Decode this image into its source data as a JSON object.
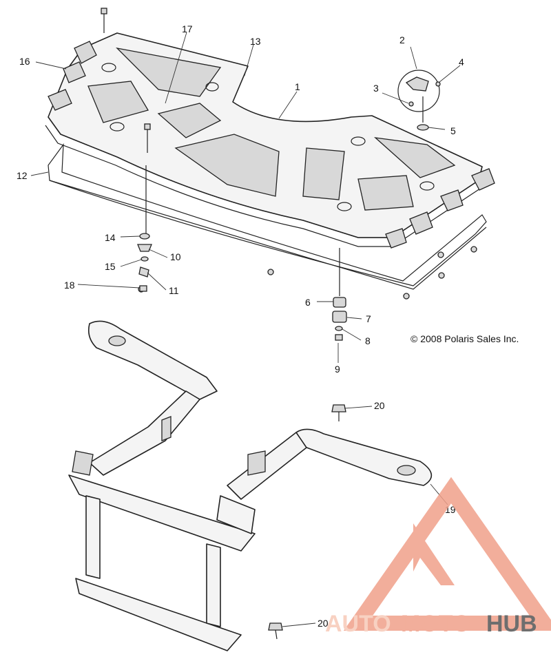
{
  "diagram": {
    "callouts": [
      {
        "id": "c1",
        "label": "1"
      },
      {
        "id": "c2",
        "label": "2"
      },
      {
        "id": "c3",
        "label": "3"
      },
      {
        "id": "c4",
        "label": "4"
      },
      {
        "id": "c5",
        "label": "5"
      },
      {
        "id": "c6",
        "label": "6"
      },
      {
        "id": "c7",
        "label": "7"
      },
      {
        "id": "c8",
        "label": "8"
      },
      {
        "id": "c9",
        "label": "9"
      },
      {
        "id": "c10",
        "label": "10"
      },
      {
        "id": "c11",
        "label": "11"
      },
      {
        "id": "c12",
        "label": "12"
      },
      {
        "id": "c13",
        "label": "13"
      },
      {
        "id": "c14",
        "label": "14"
      },
      {
        "id": "c15",
        "label": "15"
      },
      {
        "id": "c16",
        "label": "16"
      },
      {
        "id": "c17",
        "label": "17"
      },
      {
        "id": "c18",
        "label": "18"
      },
      {
        "id": "c19",
        "label": "19"
      },
      {
        "id": "c20a",
        "label": "20"
      },
      {
        "id": "c20b",
        "label": "20"
      }
    ],
    "copyright": "© 2008 Polaris Sales Inc."
  },
  "watermark": {
    "text_part1": "AUTO",
    "text_part2": "MOTO",
    "text_part3": "HUB",
    "color_primary": "#f0a08a",
    "color_accent": "#f7c9b8",
    "color_dark": "#555555"
  }
}
